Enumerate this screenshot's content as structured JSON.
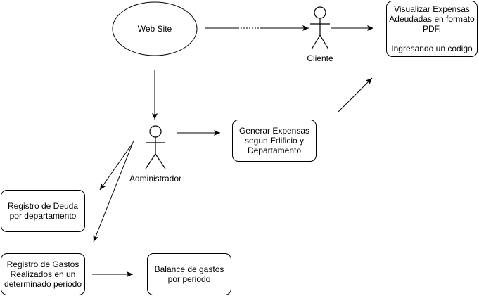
{
  "diagram": {
    "website": {
      "label": "Web Site"
    },
    "actors": {
      "cliente": {
        "label": "Cliente"
      },
      "administrador": {
        "label": "Administrador"
      }
    },
    "boxes": {
      "visualizar": {
        "text": "Visualizar Expensas\nAdeudadas en formato\nPDF.\n\nIngresando un codigo"
      },
      "generar": {
        "text": "Generar Expensas\nsegun Edificio y\nDepartamento"
      },
      "registro_deuda": {
        "text": "Registro de Deuda\npor departamento"
      },
      "registro_gastos": {
        "text": "Registro de Gastos\nRealizados en un\ndeterminado periodo"
      },
      "balance": {
        "text": "Balance  de gastos\npor periodo"
      }
    }
  }
}
